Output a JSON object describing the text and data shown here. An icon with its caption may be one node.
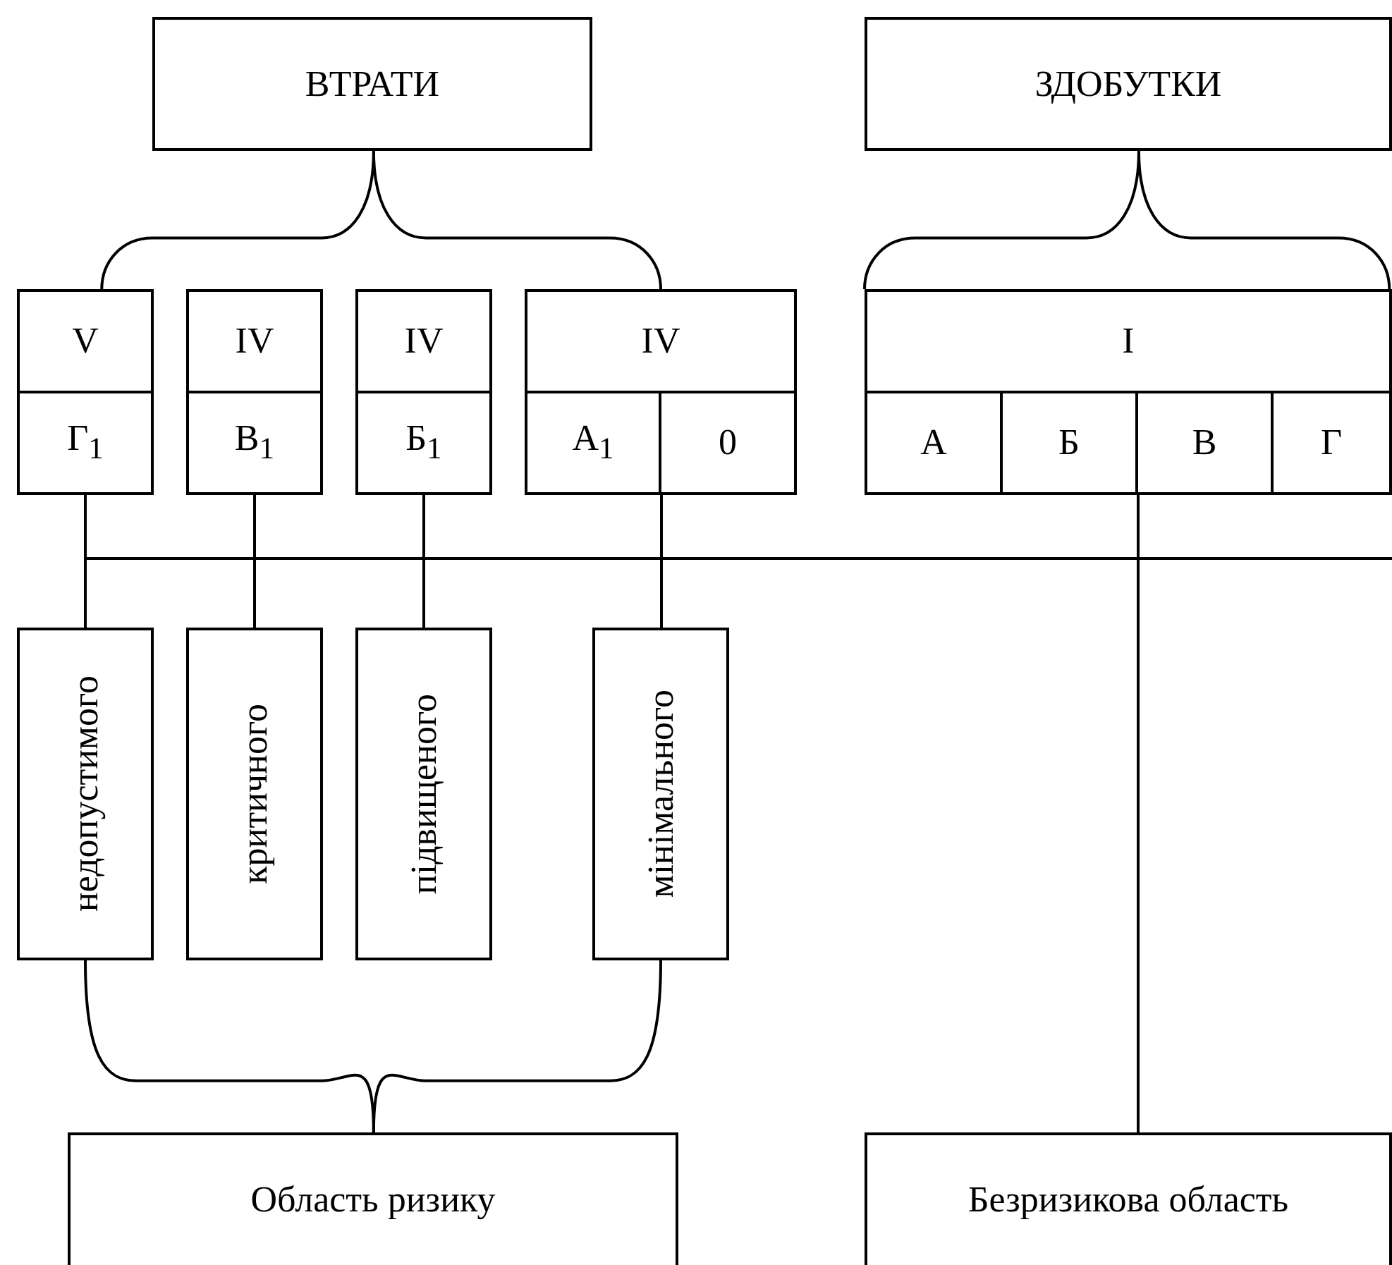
{
  "diagram": {
    "nodes": [
      {
        "text": [
          "ВТРАТИ"
        ]
      },
      {
        "text": [
          "ЗДОБУТКИ"
        ]
      },
      {
        "text": [
          "V"
        ]
      },
      {
        "text": [
          "Г$_{1}$"
        ]
      },
      {
        "text": [
          "IV"
        ]
      },
      {
        "text": [
          "В$_{1}$"
        ]
      },
      {
        "text": [
          "IV"
        ]
      },
      {
        "text": [
          "Б$_{1}$"
        ]
      },
      {
        "text": [
          "IV"
        ]
      },
      {
        "text": [
          "А$_{1}$"
        ]
      },
      {
        "text": [
          "0"
        ]
      },
      {
        "text": [
          "I"
        ]
      },
      {
        "text": [
          "А"
        ]
      },
      {
        "text": [
          "Б"
        ]
      },
      {
        "text": [
          "В"
        ]
      },
      {
        "text": [
          "Г"
        ]
      },
      {
        "text": [
          "недопустимого"
        ]
      },
      {
        "text": [
          "критичного"
        ]
      },
      {
        "text": [
          "підвищеного"
        ]
      },
      {
        "text": [
          "мінімального"
        ]
      },
      {
        "text": [
          "Область ризику"
        ]
      },
      {
        "text": [
          "Безризикова область"
        ]
      }
    ],
    "edges": [
      {
        "from": 0,
        "to": 2,
        "arrow": "none"
      },
      {
        "from": 0,
        "to": 8,
        "arrow": "none"
      },
      {
        "from": 1,
        "to": 11,
        "arrow": "none"
      },
      {
        "from": 3,
        "to": 16,
        "arrow": "none"
      },
      {
        "from": 5,
        "to": 17,
        "arrow": "none"
      },
      {
        "from": 7,
        "to": 18,
        "arrow": "none"
      },
      {
        "from": 9,
        "to": 19,
        "arrow": "none"
      },
      {
        "from": 13,
        "to": 21,
        "arrow": "none"
      },
      {
        "from": 16,
        "to": 20,
        "arrow": "none"
      },
      {
        "from": 19,
        "to": 20,
        "arrow": "none"
      }
    ]
  }
}
